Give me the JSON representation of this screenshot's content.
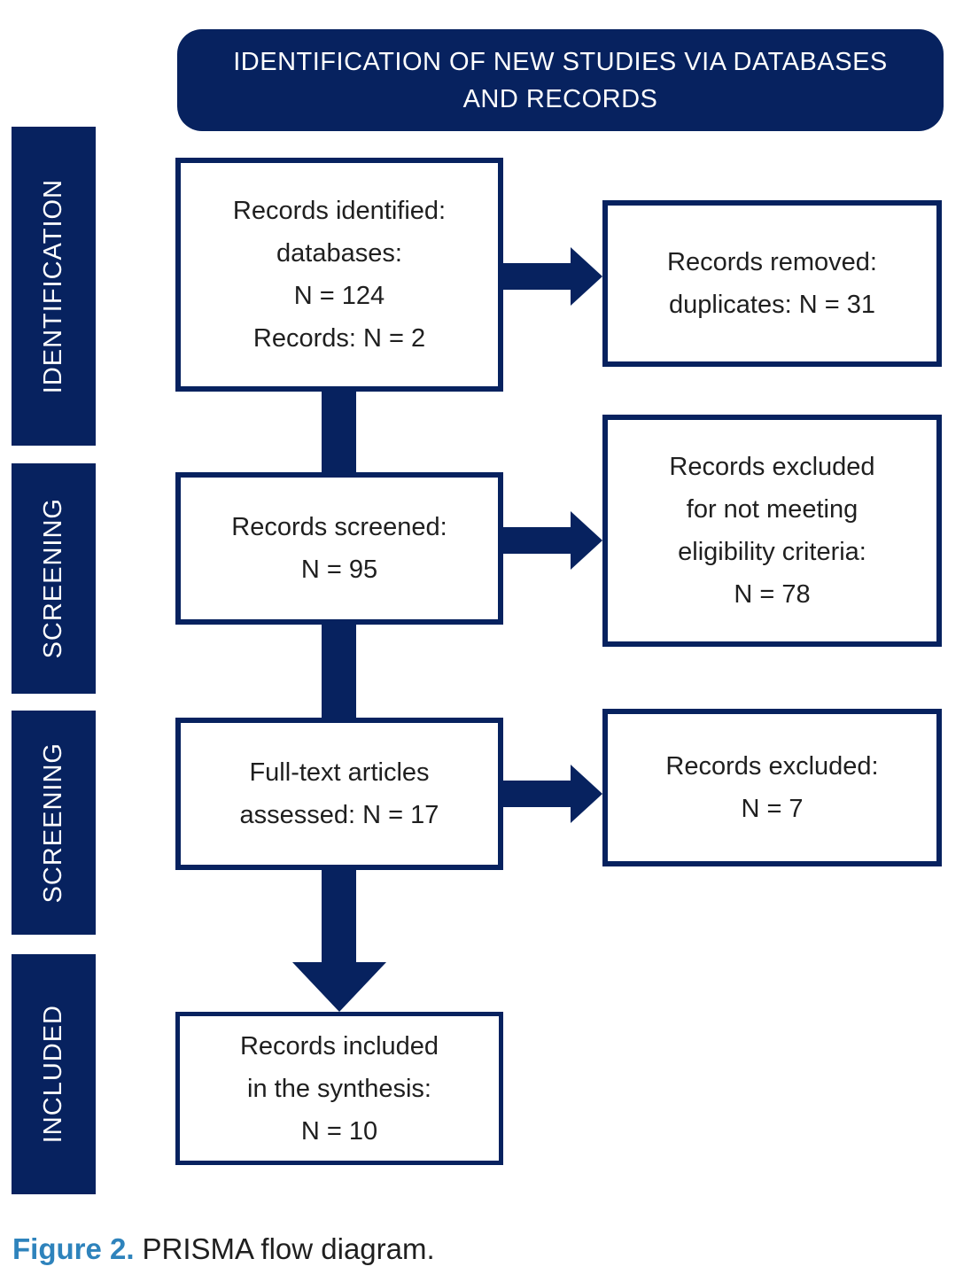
{
  "header": {
    "title_line1": "IDENTIFICATION OF NEW STUDIES VIA DATABASES",
    "title_line2": "AND RECORDS"
  },
  "sidebar": {
    "stages": [
      {
        "label": "IDENTIFICATION"
      },
      {
        "label": "SCREENING"
      },
      {
        "label": "SCREENING"
      },
      {
        "label": "INCLUDED"
      }
    ]
  },
  "flow": {
    "identified": {
      "lines": [
        "Records identified:",
        "databases:",
        "N = 124",
        "Records: N = 2"
      ]
    },
    "removed": {
      "lines": [
        "Records removed:",
        "duplicates: N = 31"
      ]
    },
    "screened": {
      "lines": [
        "Records screened:",
        "N = 95"
      ]
    },
    "excluded_eligibility": {
      "lines": [
        "Records excluded",
        "for not meeting",
        "eligibility criteria:",
        "N = 78"
      ]
    },
    "fulltext": {
      "lines": [
        "Full-text articles",
        "assessed: N = 17"
      ]
    },
    "excluded": {
      "lines": [
        "Records excluded:",
        "N = 7"
      ]
    },
    "included": {
      "lines": [
        "Records included",
        "in the synthesis:",
        "N = 10"
      ]
    }
  },
  "caption": {
    "label": "Figure 2.",
    "text": "PRISMA flow diagram."
  },
  "colors": {
    "navy": "#07225f",
    "caption_blue": "#2e83bc",
    "text": "#1f1f1f"
  }
}
